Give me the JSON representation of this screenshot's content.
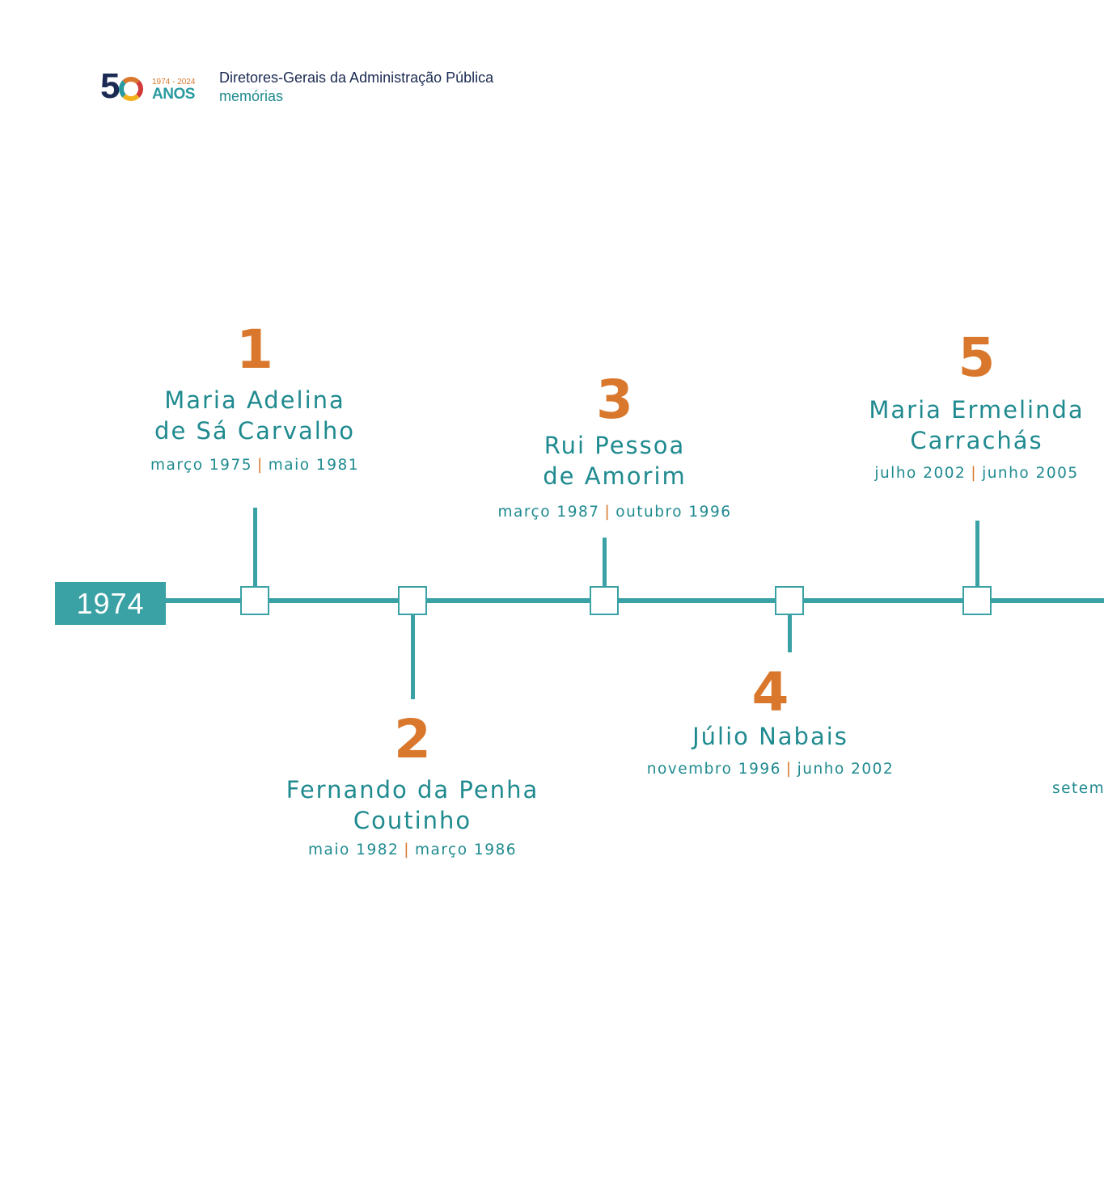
{
  "header": {
    "logo_number_five": "5",
    "logo_years": "1974 - 2024",
    "logo_anos": "ANOS",
    "title": "Diretores-Gerais da Administração Pública",
    "subtitle": "memórias"
  },
  "timeline": {
    "start_year": "1974",
    "entries": [
      {
        "number": "1",
        "name_line1": "Maria Adelina",
        "name_line2": "de Sá Carvalho",
        "start": "março 1975",
        "end": "maio 1981"
      },
      {
        "number": "2",
        "name_line1": "Fernando da Penha",
        "name_line2": "Coutinho",
        "start": "maio 1982",
        "end": "março 1986"
      },
      {
        "number": "3",
        "name_line1": "Rui Pessoa",
        "name_line2": "de Amorim",
        "start": "março 1987",
        "end": "outubro 1996"
      },
      {
        "number": "4",
        "name_line1": "Júlio Nabais",
        "name_line2": "",
        "start": "novembro 1996",
        "end": "junho 2002"
      },
      {
        "number": "5",
        "name_line1": "Maria Ermelinda",
        "name_line2": "Carrachás",
        "start": "julho 2002",
        "end": "junho 2005"
      }
    ],
    "separator": "|",
    "partial_next_date": "setem"
  },
  "colors": {
    "teal": "#3aa1a5",
    "teal_text": "#1f8a8f",
    "orange": "#d9782d",
    "navy": "#1b2a52"
  }
}
